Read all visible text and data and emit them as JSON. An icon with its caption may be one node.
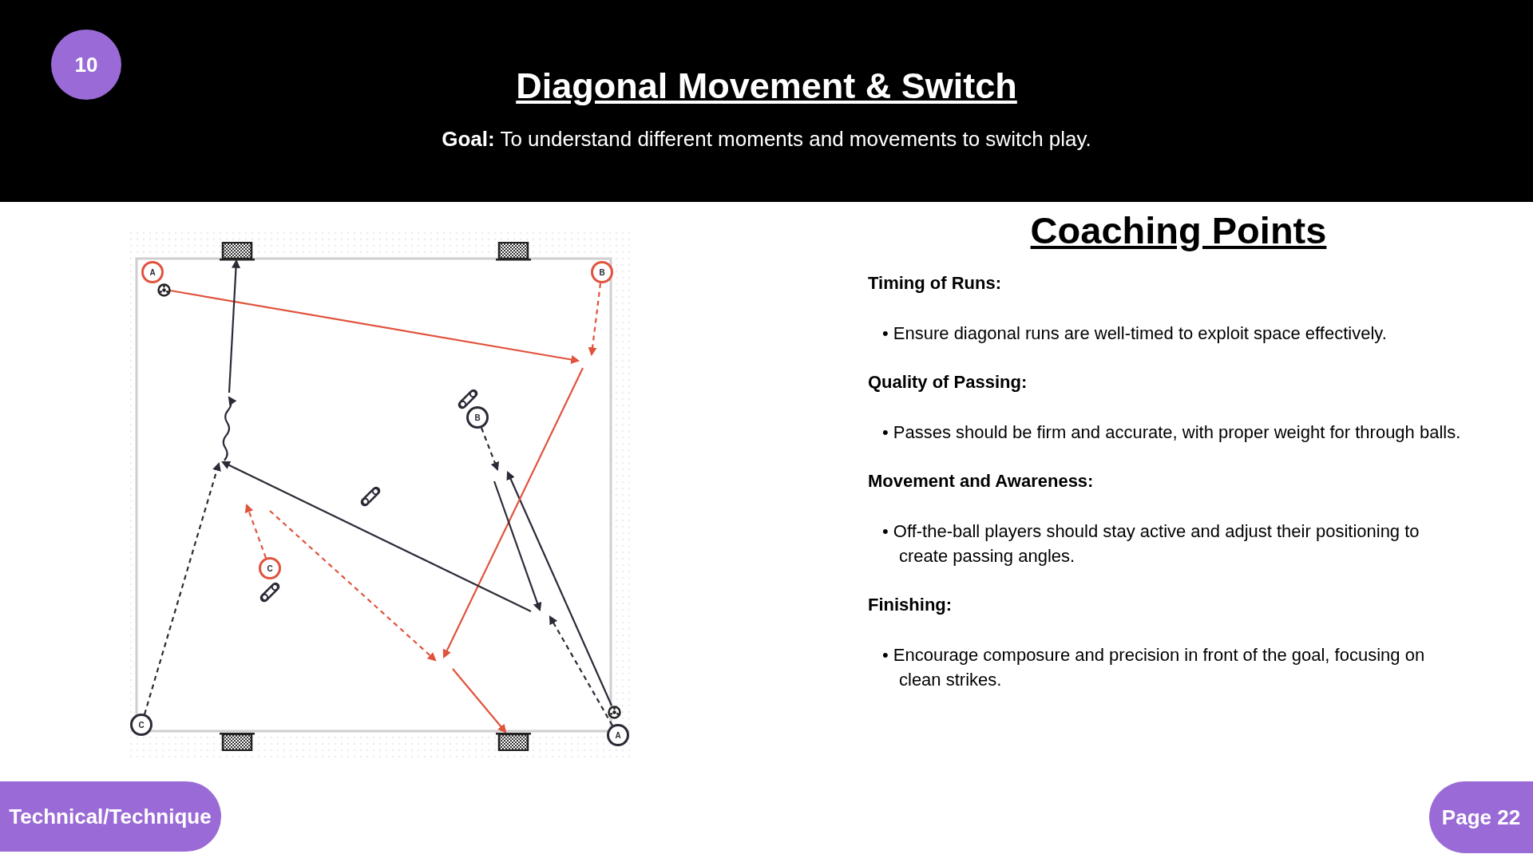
{
  "diagram": {
    "title": "Diagonal Movement & Switch",
    "nodes": [
      {
        "text": [
          "10"
        ]
      },
      {
        "text": [],
        "shape": "goal"
      },
      {
        "text": [],
        "shape": "goal"
      },
      {
        "text": [
          "A"
        ]
      },
      {
        "text": [
          "B"
        ]
      },
      {
        "text": [],
        "shape": "ball"
      },
      {
        "text": [
          "B"
        ]
      },
      {
        "text": [
          "C"
        ]
      },
      {
        "text": [],
        "shape": "ball"
      },
      {
        "text": [
          "C"
        ]
      },
      {
        "text": [
          "A"
        ]
      },
      {
        "text": [],
        "shape": "goal"
      },
      {
        "text": [],
        "shape": "goal"
      },
      {
        "text": [
          "Technical/Technique"
        ]
      },
      {
        "text": [
          "Page 22"
        ]
      }
    ],
    "edges": [
      {
        "from": 5,
        "to": null,
        "arrow": "to",
        "color": "#e0533d"
      },
      {
        "from": 4,
        "to": null,
        "arrow": "to",
        "style": "dashed",
        "color": "#e0533d"
      },
      {
        "from": 7,
        "to": null,
        "arrow": "to",
        "style": "dashed",
        "color": "#e0533d"
      },
      {
        "from": null,
        "to": 12,
        "arrow": "to",
        "color": "#e0533d"
      },
      {
        "from": 9,
        "to": null,
        "arrow": "to",
        "style": "dashed"
      },
      {
        "from": null,
        "to": 1,
        "arrow": "to"
      },
      {
        "from": 6,
        "to": null,
        "arrow": "to",
        "style": "dashed"
      },
      {
        "from": 8,
        "to": null,
        "arrow": "to"
      },
      {
        "from": 10,
        "to": null,
        "arrow": "to",
        "style": "dashed"
      }
    ],
    "labels": [
      "**Goal:** To understand different moments and movements to switch play.",
      "Coaching Points",
      "Timing of Runs:",
      "• Ensure diagonal runs are well-timed to exploit space effectively.",
      "Quality of Passing:",
      "• Passes should be firm and accurate, with proper weight for through balls.",
      "Movement and Awareness:",
      "• Off-the-ball players should stay active and adjust their positioning to create passing angles.",
      "Finishing:",
      "• Encourage composure and precision in front of the goal, focusing on clean strikes."
    ]
  }
}
